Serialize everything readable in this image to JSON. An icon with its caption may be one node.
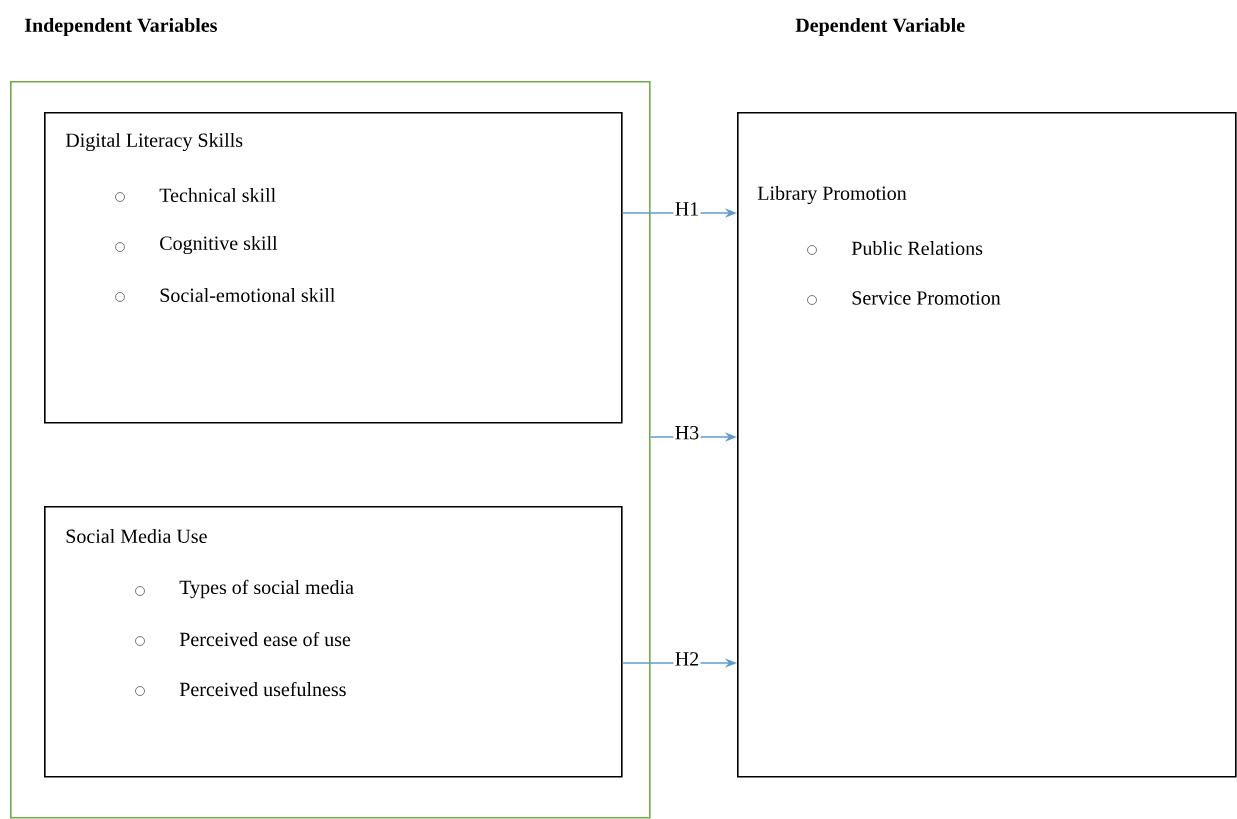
{
  "diagram": {
    "nodes": [
      {
        "text": [],
        "shape": "box"
      },
      {
        "text": [
          "Digital Literacy Skills",
          "Technical skill",
          "Cognitive skill",
          "Social-emotional skill"
        ],
        "in": 0
      },
      {
        "text": [
          "Social Media Use",
          "Types of social media",
          "Perceived ease of use",
          "Perceived usefulness"
        ],
        "in": 0
      },
      {
        "text": [
          "Library Promotion",
          "Public Relations",
          "Service Promotion"
        ]
      }
    ],
    "edges": [
      {
        "from": 1,
        "to": 3,
        "arrow": "to",
        "label": "H1"
      },
      {
        "from": 0,
        "to": 3,
        "arrow": "to",
        "label": "H3"
      },
      {
        "from": 2,
        "to": 3,
        "arrow": "to",
        "label": "H2"
      }
    ],
    "labels": [
      "Independent Variables",
      "Dependent Variable"
    ]
  }
}
